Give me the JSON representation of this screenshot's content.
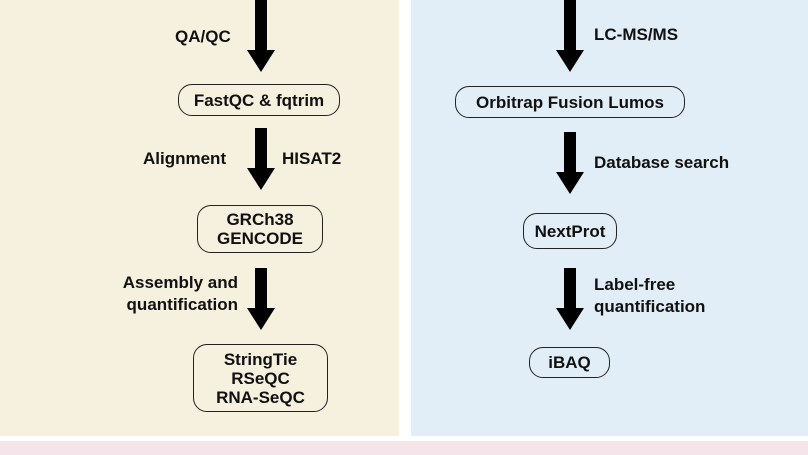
{
  "left": {
    "step_qa": "QA/QC",
    "box_fastqc": "FastQC & fqtrim",
    "step_alignment": "Alignment",
    "step_hisat": "HISAT2",
    "box_ref": [
      "GRCh38",
      "GENCODE"
    ],
    "step_assembly": [
      "Assembly and",
      "quantification"
    ],
    "box_tools": [
      "StringTie",
      "RSeQC",
      "RNA-SeQC"
    ]
  },
  "right": {
    "step_lcms": "LC-MS/MS",
    "box_orbitrap": "Orbitrap Fusion Lumos",
    "step_db": "Database search",
    "box_nextprot": "NextProt",
    "step_labelfree": [
      "Label-free",
      "quantification"
    ],
    "box_ibaq": "iBAQ"
  },
  "colors": {
    "left_panel": "#f6f0df",
    "right_panel": "#e2eef7",
    "bottom_strip": "#f5e4ea",
    "arrow": "#000000"
  }
}
